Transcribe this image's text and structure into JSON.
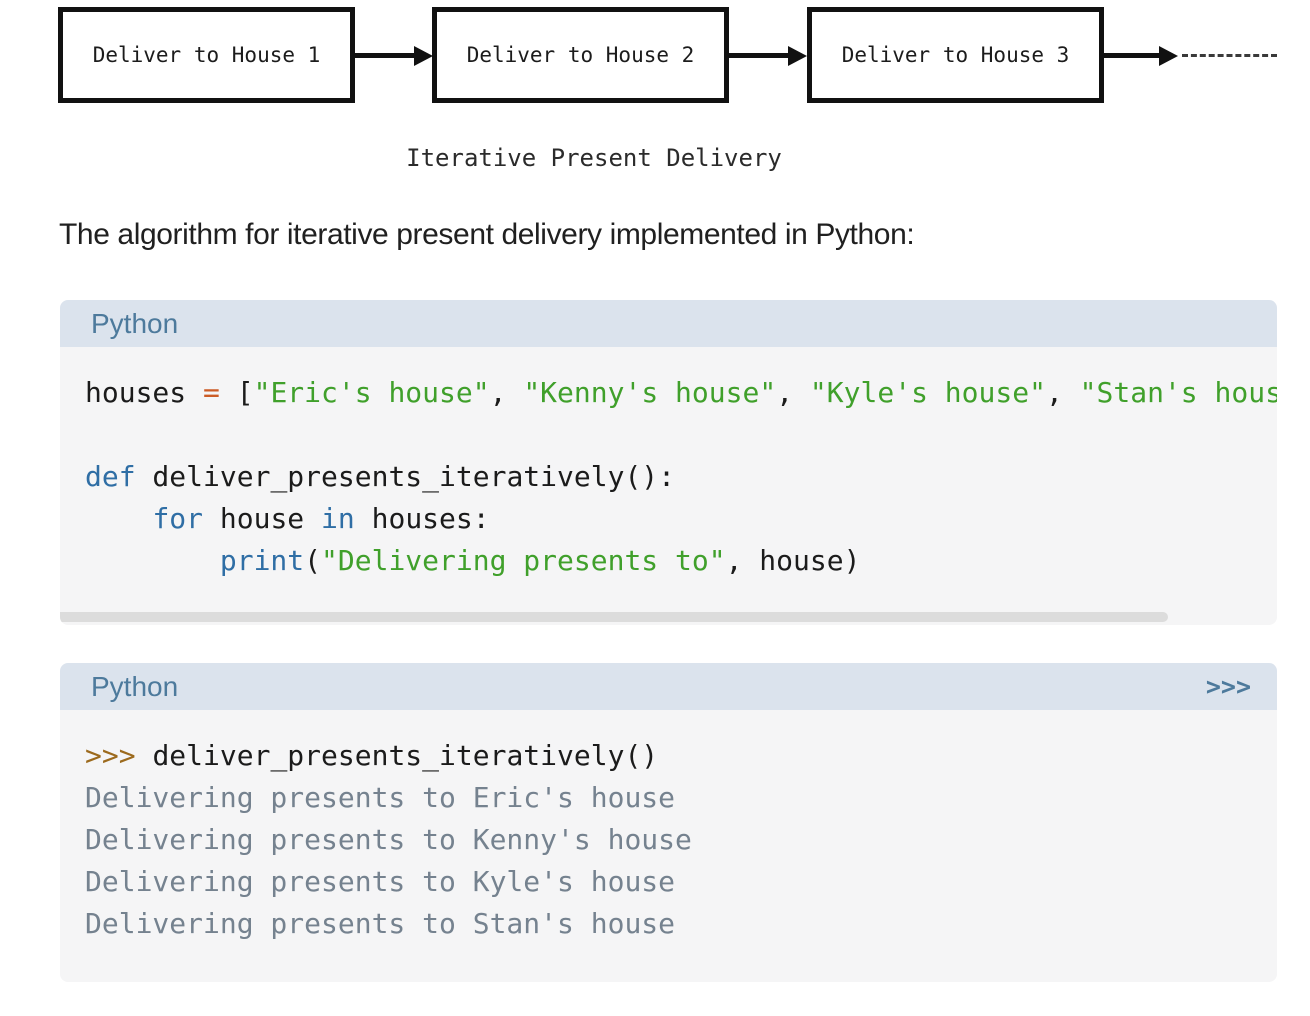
{
  "colors": {
    "header_bg": "#dbe3ed",
    "header_text": "#4d7a9c",
    "code_bg": "#f5f5f6",
    "keyword": "#2f6ea5",
    "string": "#40a02b",
    "operator": "#cc5c26",
    "prompt": "#9c6a1d",
    "output": "#75828f",
    "scrollbar": "#dcdcdc",
    "diagram_stroke": "#111111"
  },
  "flowchart": {
    "boxes": [
      {
        "label": "Deliver to House 1"
      },
      {
        "label": "Deliver to House 2"
      },
      {
        "label": "Deliver to House 3"
      }
    ],
    "caption": "Iterative Present Delivery"
  },
  "paragraph": "The algorithm for iterative present delivery implemented in Python:",
  "code_blocks": [
    {
      "language_label": "Python",
      "lines": [
        {
          "tokens": [
            [
              "plain",
              "houses "
            ],
            [
              "op",
              "="
            ],
            [
              "plain",
              " ["
            ],
            [
              "str",
              "\"Eric's house\""
            ],
            [
              "plain",
              ", "
            ],
            [
              "str",
              "\"Kenny's house\""
            ],
            [
              "plain",
              ", "
            ],
            [
              "str",
              "\"Kyle's house\""
            ],
            [
              "plain",
              ", "
            ],
            [
              "str",
              "\"Stan's house\""
            ],
            [
              "plain",
              "]"
            ]
          ]
        },
        {
          "tokens": []
        },
        {
          "tokens": [
            [
              "kw",
              "def"
            ],
            [
              "plain",
              " deliver_presents_iteratively():"
            ]
          ]
        },
        {
          "tokens": [
            [
              "plain",
              "    "
            ],
            [
              "kw",
              "for"
            ],
            [
              "plain",
              " house "
            ],
            [
              "kw",
              "in"
            ],
            [
              "plain",
              " houses:"
            ]
          ]
        },
        {
          "tokens": [
            [
              "plain",
              "        "
            ],
            [
              "kw",
              "print"
            ],
            [
              "plain",
              "("
            ],
            [
              "str",
              "\"Delivering presents to\""
            ],
            [
              "plain",
              ", house)"
            ]
          ]
        }
      ]
    },
    {
      "language_label": "Python",
      "repl_toggle_label": ">>>",
      "lines": [
        {
          "tokens": [
            [
              "prompt",
              ">>> "
            ],
            [
              "plain",
              "deliver_presents_iteratively()"
            ]
          ]
        },
        {
          "tokens": [
            [
              "out",
              "Delivering presents to Eric's house"
            ]
          ]
        },
        {
          "tokens": [
            [
              "out",
              "Delivering presents to Kenny's house"
            ]
          ]
        },
        {
          "tokens": [
            [
              "out",
              "Delivering presents to Kyle's house"
            ]
          ]
        },
        {
          "tokens": [
            [
              "out",
              "Delivering presents to Stan's house"
            ]
          ]
        }
      ]
    }
  ]
}
